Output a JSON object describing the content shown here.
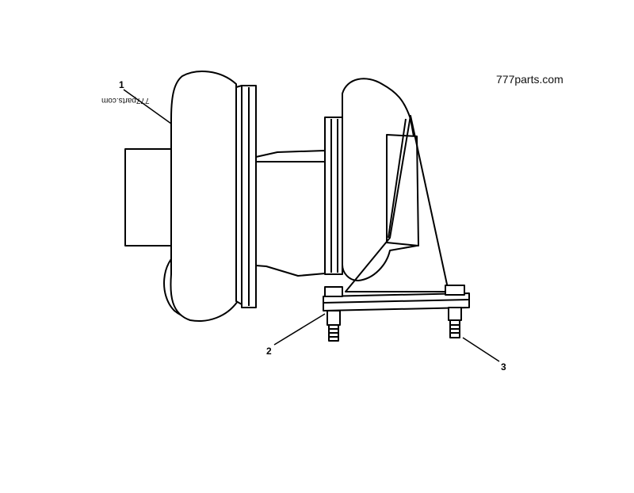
{
  "brand": {
    "text": "777parts.com"
  },
  "watermark": {
    "text": "777parts.com"
  },
  "callouts": [
    {
      "label": "1"
    },
    {
      "label": "2"
    },
    {
      "label": "3"
    }
  ]
}
